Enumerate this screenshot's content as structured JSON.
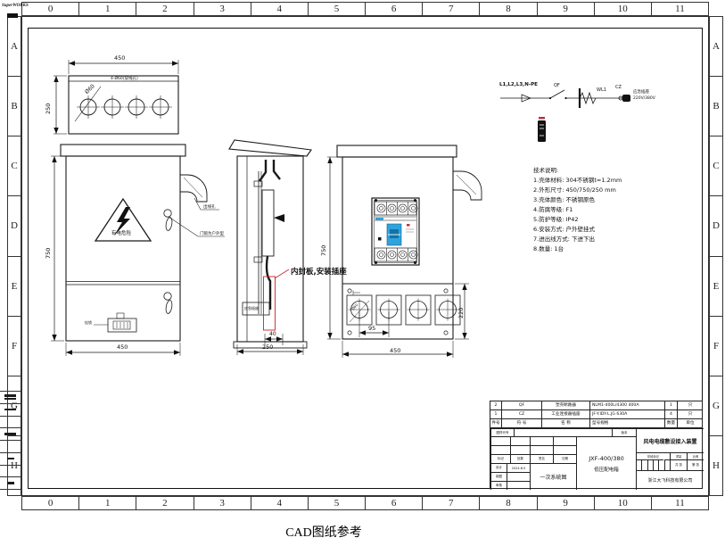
{
  "colors": {
    "line": "#1a1a1a",
    "annotation_red": "#cc2222",
    "accent_blue": "#2fa3dc"
  },
  "frame": {
    "logo": "SuperWORKS",
    "columns": [
      "0",
      "1",
      "2",
      "3",
      "4",
      "5",
      "6",
      "7",
      "8",
      "9",
      "10",
      "11"
    ],
    "rows": [
      "A",
      "B",
      "C",
      "D",
      "E",
      "F",
      "G",
      "H"
    ],
    "caption": "CAD图纸参考"
  },
  "top_view": {
    "dim_width": "450",
    "dim_depth": "250",
    "hole_dia": "Ø60",
    "hole_note": "4-Ø60(穿线孔)"
  },
  "front_view": {
    "dim_height": "750",
    "dim_width": "450",
    "warning": "有电危险",
    "note_outlet": "出线孔",
    "note_lock": "门锁为户外型",
    "note_latch": "挂锁"
  },
  "side_view": {
    "dim_offset": "40",
    "dim_depth": "250",
    "socket": "应急插座",
    "red_note": "内封板,安装插座"
  },
  "open_view": {
    "dim_height": "750",
    "dim_width": "450",
    "dim_panel": "220",
    "dim_pitch": "95",
    "hole_dia": "Ø60"
  },
  "schematic": {
    "supply": "L1,L2,L3,N-PE",
    "breaker": "QF",
    "wire": "WL1",
    "connector": "CZ",
    "load_line1": "应急插座",
    "load_line2": "220V/380V"
  },
  "notes": {
    "title": "技术说明:",
    "items": [
      "1.壳体材料: 304不锈钢t=1.2mm",
      "2.外形尺寸: 450/750/250 mm",
      "3.壳体颜色: 不锈钢原色",
      "4.防腐等级: F1",
      "5.防护等级: IP42",
      "6.安装方式: 户外壁挂式",
      "7.进出线方式: 下进下出",
      "8.数量: 1台"
    ]
  },
  "bom": {
    "rows": [
      {
        "no": "2",
        "sym": "QF",
        "name": "塑壳断路器",
        "spec": "NLM1-400L/4300 400A",
        "qty": "1",
        "unit": "只"
      },
      {
        "no": "1",
        "sym": "CZ",
        "name": "工业连接器插座",
        "spec": "JF-Y.IDY-L.JG 630A",
        "qty": "4",
        "unit": "只"
      }
    ],
    "header": {
      "no": "件号",
      "sym": "符 号",
      "name": "名 称",
      "spec": "型号规格",
      "qty": "数量",
      "unit": "单位"
    }
  },
  "titleblock": {
    "strip_left": "图样代号",
    "strip_right": "版本",
    "grid_labels": [
      "标记",
      "处数",
      "签名",
      "日期"
    ],
    "sign_labels": [
      "设计",
      "制图",
      "审核"
    ],
    "date": "2024.6.5",
    "doc": "一次系统图",
    "model": "JXF-400/380",
    "product": "低压配电箱",
    "title": "风电电缆敷设接入装置",
    "stage_labels": [
      "阶段标记",
      "重量",
      "比例"
    ],
    "sheet_total": "共 张",
    "sheet_no": "第 张",
    "company": "浙江大飞科技有限公司"
  }
}
